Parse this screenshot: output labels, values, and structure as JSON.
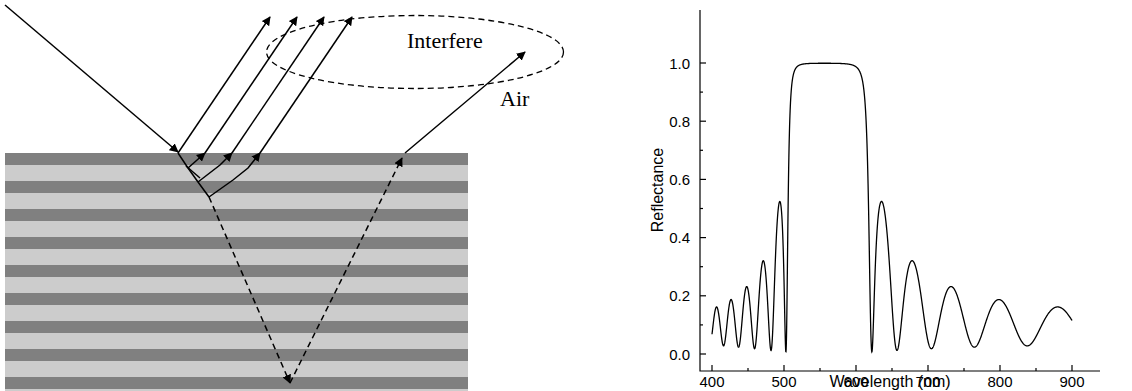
{
  "diagram": {
    "nodes": [
      {
        "text": [
          "Interfere"
        ]
      }
    ],
    "labels": [
      "Air",
      "1.0",
      "0.8",
      "0.6",
      "0.4",
      "0.2",
      "0.0",
      "Reflectance",
      "400",
      "500",
      "600",
      "700",
      "800",
      "900",
      "Wavelength (nm)"
    ]
  }
}
